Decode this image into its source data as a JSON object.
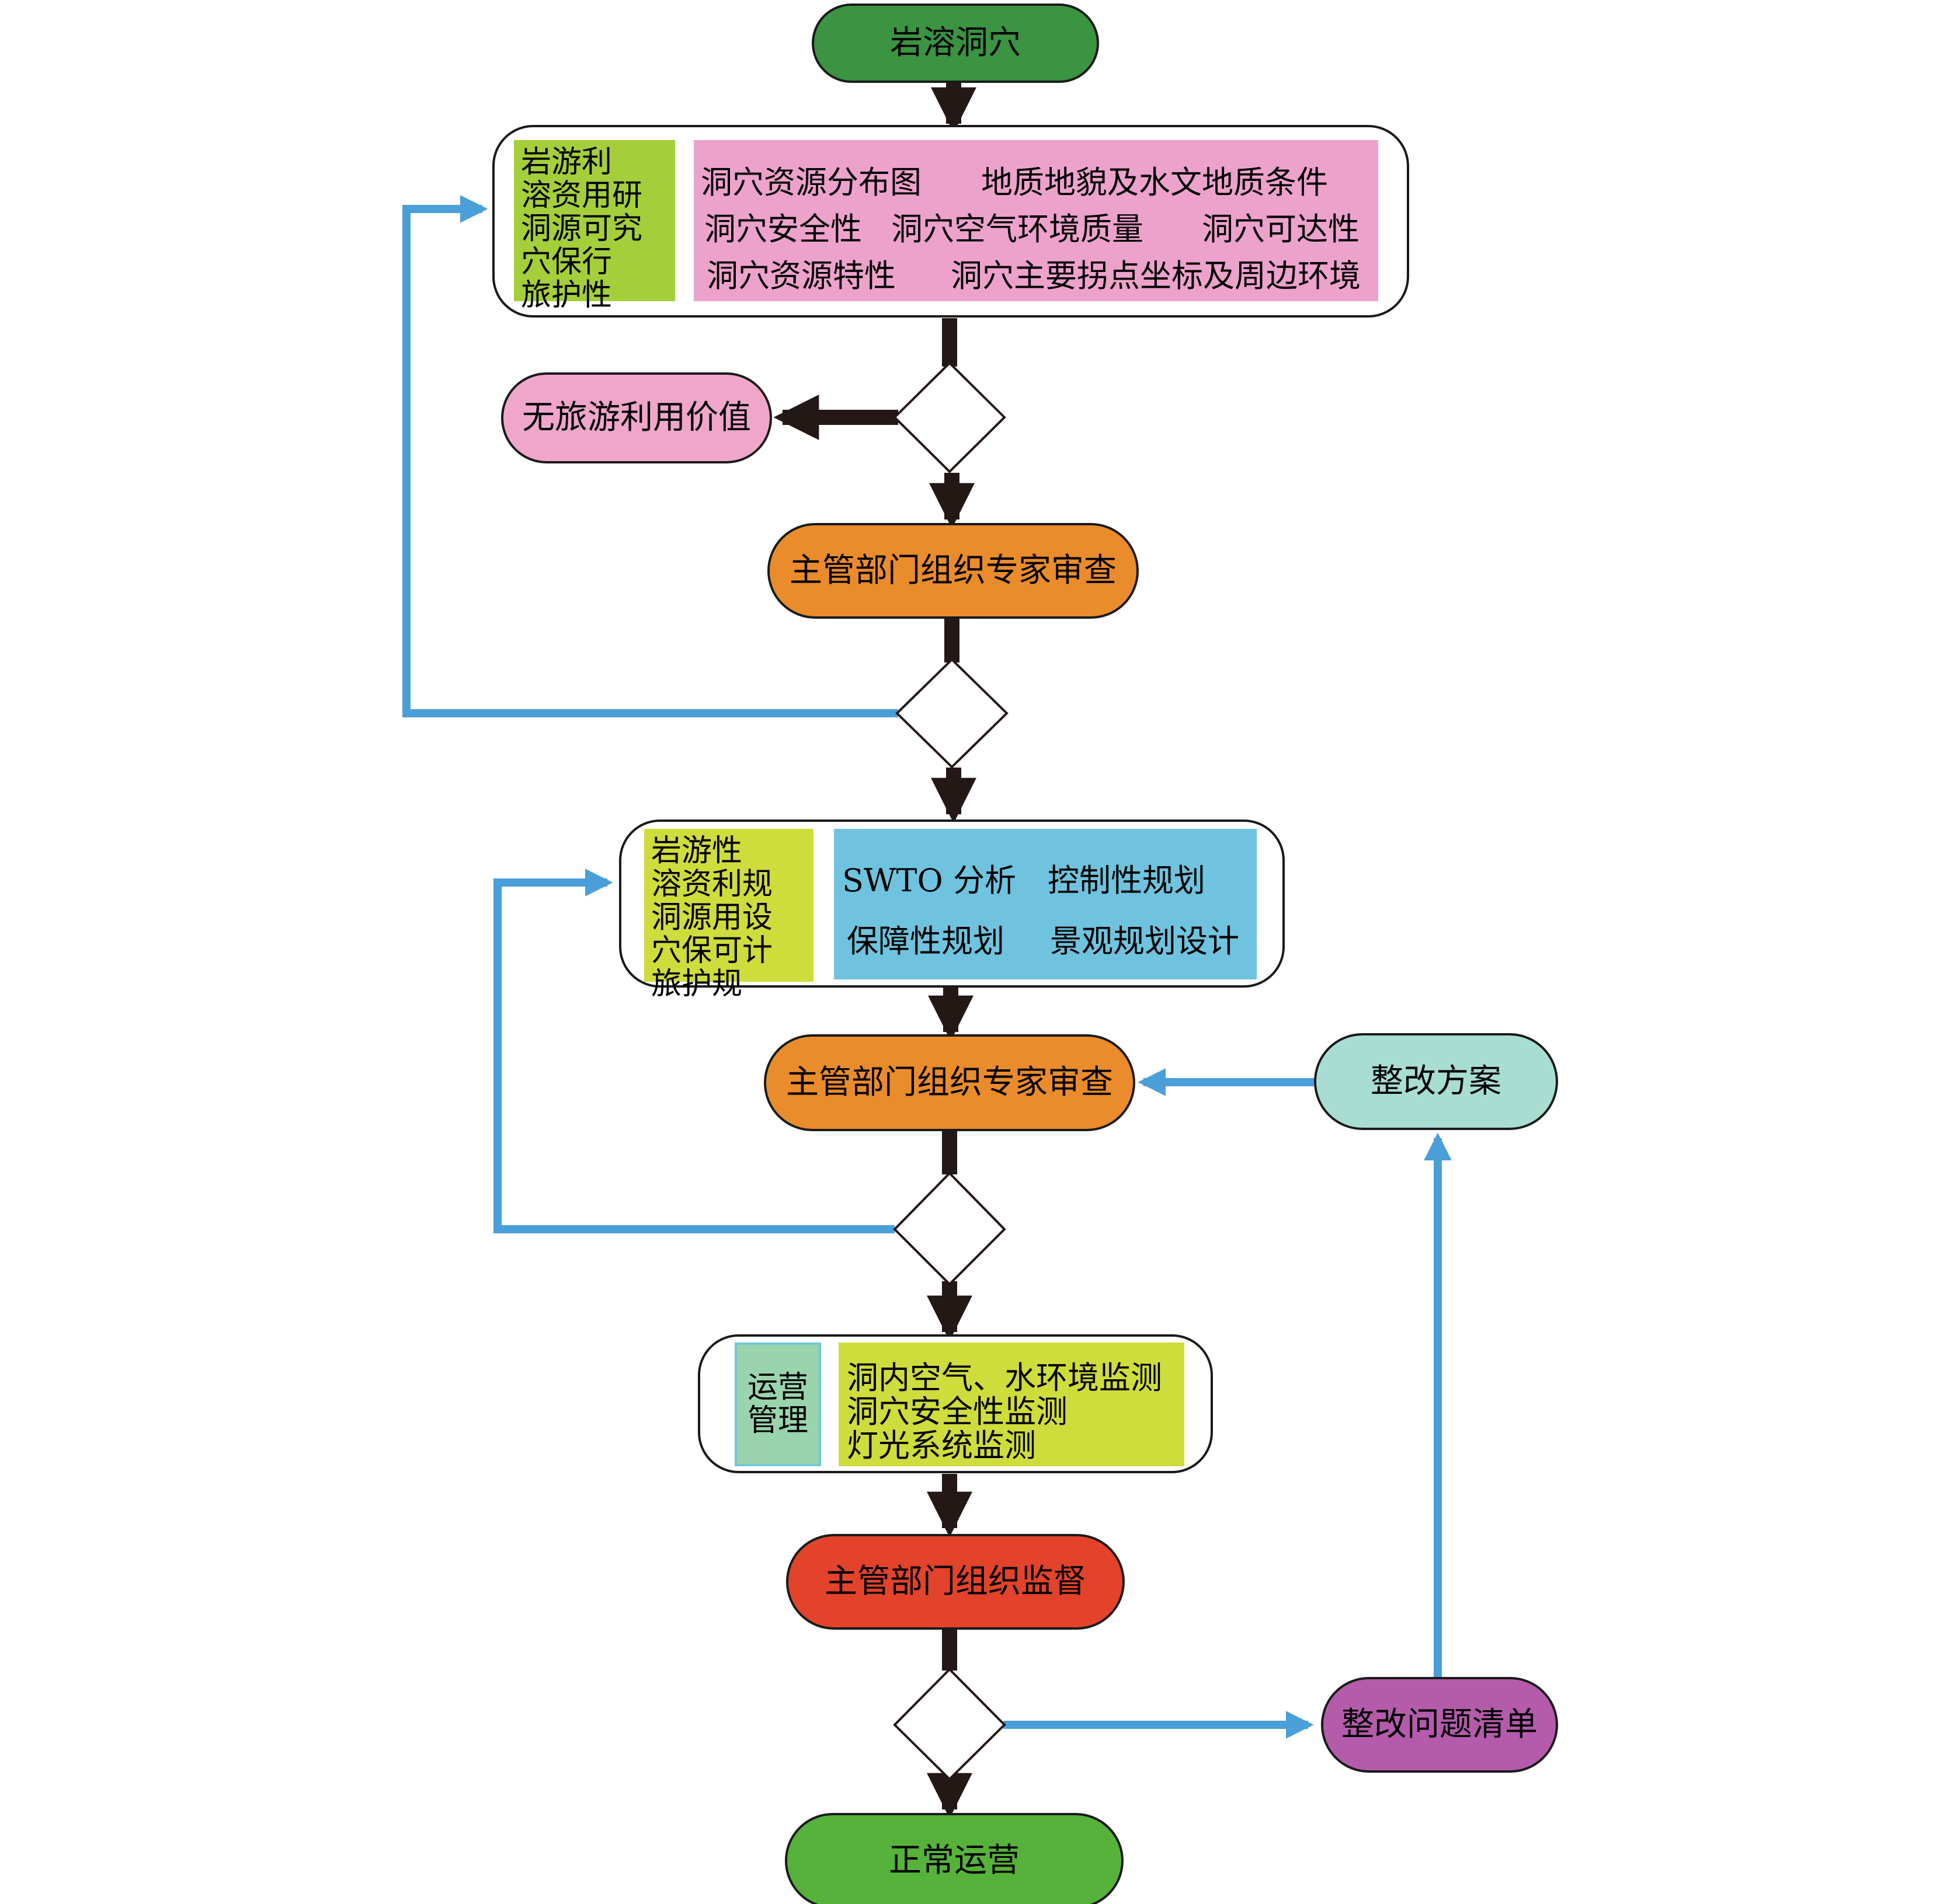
{
  "nodes": {
    "start": "岩溶洞穴",
    "no_value": "无旅游利用价值",
    "review1": "主管部门组织专家审查",
    "review2": "主管部门组织专家审查",
    "fix_plan": "整改方案",
    "supervise": "主管部门组织监督",
    "issue_list": "整改问题清单",
    "end": "正常运营"
  },
  "group1": {
    "label": "岩游利\n溶资用研\n洞源可究\n穴保行\n旅护性",
    "items": [
      "洞穴资源分布图",
      "地质地貌及水文地质条件",
      "洞穴安全性",
      "洞穴空气环境质量",
      "洞穴可达性",
      "洞穴资源特性",
      "洞穴主要拐点坐标及周边环境"
    ]
  },
  "group2": {
    "label": "岩游性\n溶资利规\n洞源用设\n穴保可计\n旅护规",
    "items": [
      "SWTO 分析",
      "控制性规划",
      "保障性规划",
      "景观规划设计"
    ]
  },
  "group3": {
    "label": "运营\n管理",
    "items": [
      "洞内空气、水环境监测",
      "洞穴安全性监测",
      "灯光系统监测"
    ]
  },
  "colors": {
    "start": "#3a9442",
    "end": "#56b23a",
    "no_value": "#f0a6cb",
    "review": "#ea8c2c",
    "fix_plan": "#a8ddd2",
    "supervise": "#e2432a",
    "issue_list": "#b45bab",
    "group1_label": "#a4cf3a",
    "group1_panel": "#eda2cc",
    "group2_label": "#cfdd3c",
    "group2_panel": "#6fc3de",
    "group3_label": "#9ad4ad",
    "group3_panel": "#cfdd3c",
    "flow_arrow": "#231815",
    "feedback_arrow": "#4a9fd8"
  }
}
